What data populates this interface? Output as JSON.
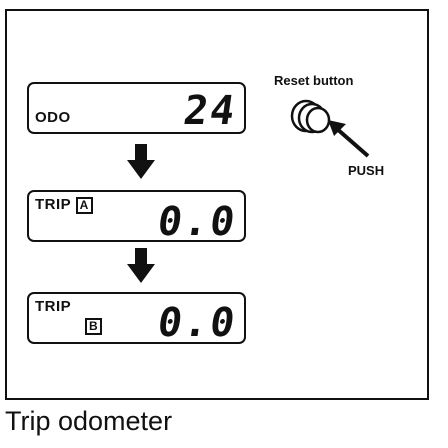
{
  "displays": [
    {
      "label": "ODO",
      "sub_letter": "",
      "value": "24"
    },
    {
      "label": "TRIP",
      "sub_letter": "A",
      "value": "0.0"
    },
    {
      "label": "TRIP",
      "sub_letter": "B",
      "value": "0.0"
    }
  ],
  "reset": {
    "label": "Reset button",
    "action": "PUSH"
  },
  "caption": "Trip odometer",
  "icons": [
    "down-arrow-icon",
    "reset-button-icon",
    "push-arrow-icon"
  ]
}
